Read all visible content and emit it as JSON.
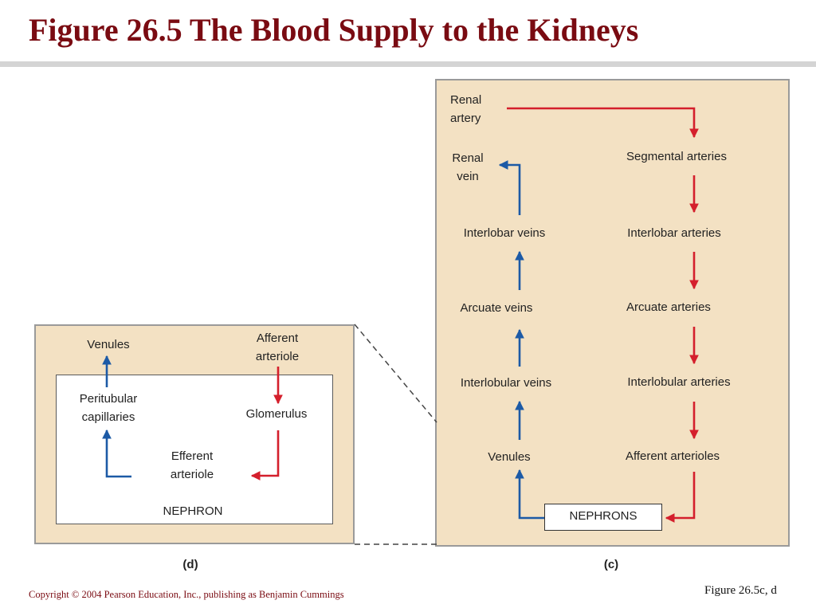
{
  "title": "Figure 26.5  The Blood Supply to the Kidneys",
  "panel_c": {
    "renal_artery": [
      "Renal",
      "artery"
    ],
    "renal_vein": [
      "Renal",
      "vein"
    ],
    "segmental_arteries": "Segmental arteries",
    "interlobar_veins": "Interlobar veins",
    "interlobar_arteries": "Interlobar arteries",
    "arcuate_veins": "Arcuate veins",
    "arcuate_arteries": "Arcuate arteries",
    "interlobular_veins": "Interlobular veins",
    "interlobular_arteries": "Interlobular arteries",
    "venules": "Venules",
    "afferent_arterioles": "Afferent arterioles",
    "nephrons": "NEPHRONS",
    "caption": "(c)"
  },
  "panel_d": {
    "venules": "Venules",
    "afferent_arteriole": [
      "Afferent",
      "arteriole"
    ],
    "peritubular_capillaries": [
      "Peritubular",
      "capillaries"
    ],
    "glomerulus": "Glomerulus",
    "efferent_arteriole": [
      "Efferent",
      "arteriole"
    ],
    "nephron": "NEPHRON",
    "caption": "(d)"
  },
  "footer": {
    "copyright": "Copyright © 2004 Pearson Education, Inc., publishing as Benjamin Cummings",
    "figure_ref": "Figure 26.5c, d"
  },
  "colors": {
    "title": "#7a0b12",
    "panel_bg": "#f3e1c3",
    "artery_red": "#d41f2c",
    "vein_blue": "#1c5aa6"
  }
}
